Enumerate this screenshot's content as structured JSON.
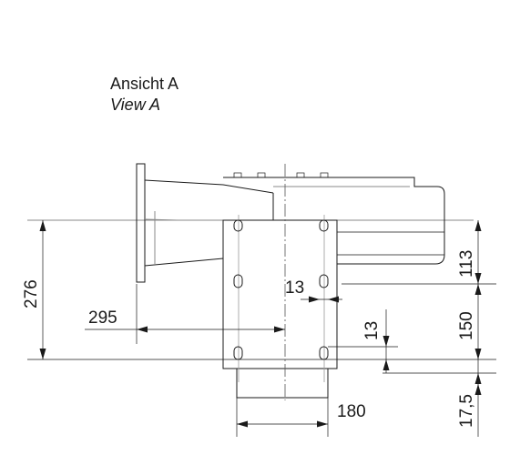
{
  "view": {
    "title_de": "Ansicht A",
    "title_en": "View A"
  },
  "dimensions": {
    "d276": "276",
    "d295": "295",
    "d13_horizontal": "13",
    "d13_vertical": "13",
    "d113": "113",
    "d150": "150",
    "d17_5": "17,5",
    "d180": "180"
  }
}
